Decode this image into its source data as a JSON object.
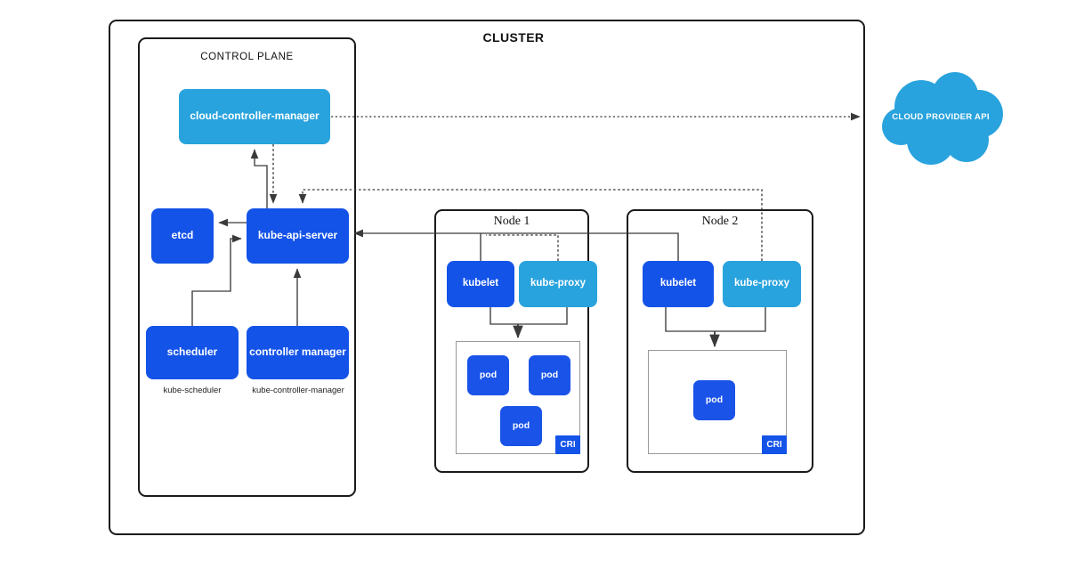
{
  "diagram": {
    "title": "CLUSTER",
    "control_plane": {
      "title": "CONTROL PLANE",
      "components": [
        {
          "id": "cloud-controller-manager",
          "label": "cloud-controller-manager",
          "color": "#29a3dd",
          "sublabel": ""
        },
        {
          "id": "etcd",
          "label": "etcd",
          "color": "#1453e8",
          "sublabel": ""
        },
        {
          "id": "kube-api-server",
          "label": "kube-api-server",
          "color": "#1453e8",
          "sublabel": ""
        },
        {
          "id": "scheduler",
          "label": "scheduler",
          "color": "#1453e8",
          "sublabel": "kube-scheduler"
        },
        {
          "id": "controller-manager",
          "label": "controller manager",
          "color": "#1453e8",
          "sublabel": "kube-controller-manager"
        }
      ]
    },
    "nodes": [
      {
        "id": "node-1",
        "title": "Node 1",
        "kubelet": "kubelet",
        "kube_proxy": "kube-proxy",
        "cri_label": "CRI",
        "pods": [
          "pod",
          "pod",
          "pod"
        ]
      },
      {
        "id": "node-2",
        "title": "Node 2",
        "kubelet": "kubelet",
        "kube_proxy": "kube-proxy",
        "cri_label": "CRI",
        "pods": [
          "pod"
        ]
      }
    ],
    "cloud": {
      "label": "CLOUD PROVIDER API",
      "color": "#29a3dd"
    },
    "colors": {
      "dark_blue": "#1453e8",
      "light_blue": "#29a3dd",
      "border": "#1a1a1a",
      "connector": "#3a3a3a",
      "cri_border": "#9a9a9a",
      "background": "#ffffff"
    }
  }
}
